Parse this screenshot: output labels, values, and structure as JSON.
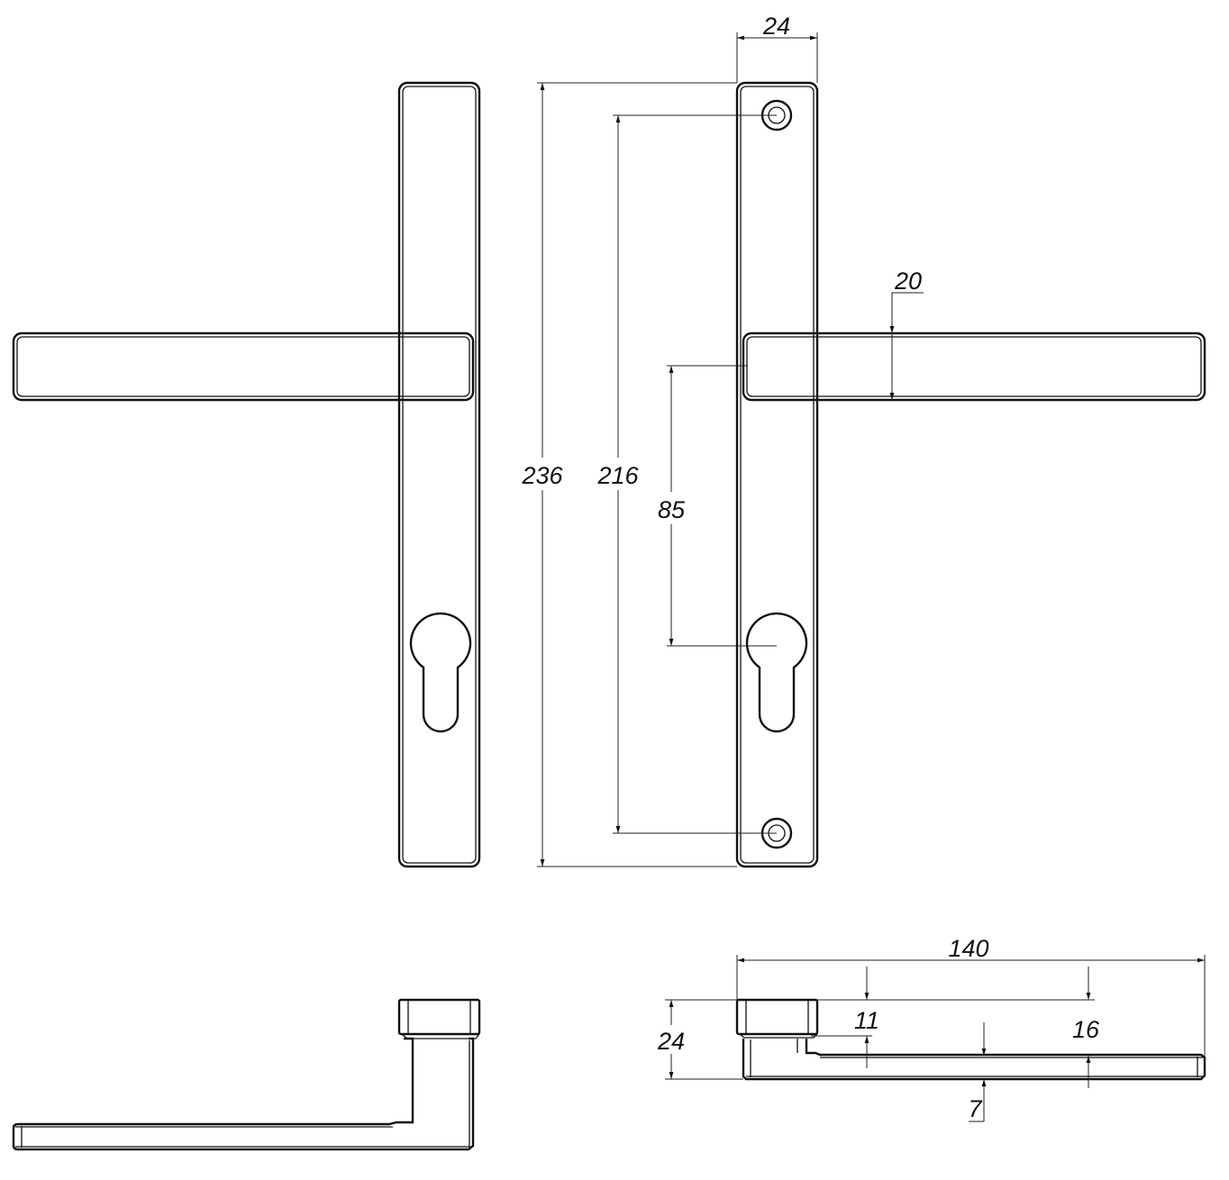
{
  "drawing": {
    "title": "Lever handle on backplate – technical drawing",
    "dimensions": {
      "plate_width": "24",
      "plate_height": "236",
      "screw_centres": "216",
      "lever_to_cylinder": "85",
      "lever_width": "20",
      "lever_length": "140",
      "side_height": "24",
      "rose_height": "11",
      "lever_offset": "16",
      "lever_thickness": "7"
    },
    "colors": {
      "line": "#111111",
      "background": "#ffffff"
    }
  }
}
